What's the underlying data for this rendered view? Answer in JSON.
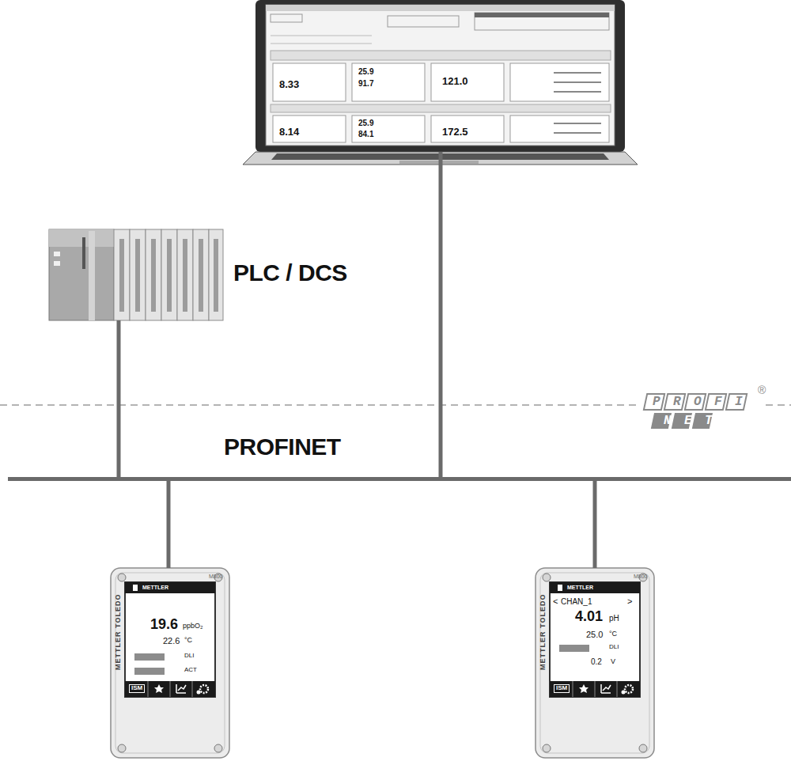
{
  "diagram": {
    "nodes": [
      {
        "text": [
          "8.33",
          "25.9",
          "91.7",
          "121.0",
          "8.14",
          "25.9",
          "84.1",
          "172.5"
        ]
      },
      {
        "text": [
          "PLC / DCS"
        ]
      },
      {
        "text": [
          "PROFINET"
        ]
      },
      {
        "text": [
          "METTLER TOLEDO",
          "M800",
          "METTLER",
          "19.6",
          "ppbO₂",
          "22.6",
          "°C",
          "DLI",
          "ACT",
          "ISM"
        ]
      },
      {
        "text": [
          "METTLER TOLEDO",
          "M800",
          "METTLER",
          "<",
          "CHAN_1",
          ">",
          "4.01",
          "pH",
          "25.0",
          "°C",
          "DLI",
          "0.2",
          "V",
          "ISM"
        ]
      }
    ],
    "edges": [
      {
        "from": 0,
        "to": 2,
        "arrow": "none"
      },
      {
        "from": 1,
        "to": 2,
        "arrow": "none"
      },
      {
        "from": 2,
        "to": 3,
        "arrow": "none"
      },
      {
        "from": 2,
        "to": 4,
        "arrow": "none"
      }
    ],
    "labels": [
      "PROFI",
      "NET",
      "®"
    ]
  }
}
